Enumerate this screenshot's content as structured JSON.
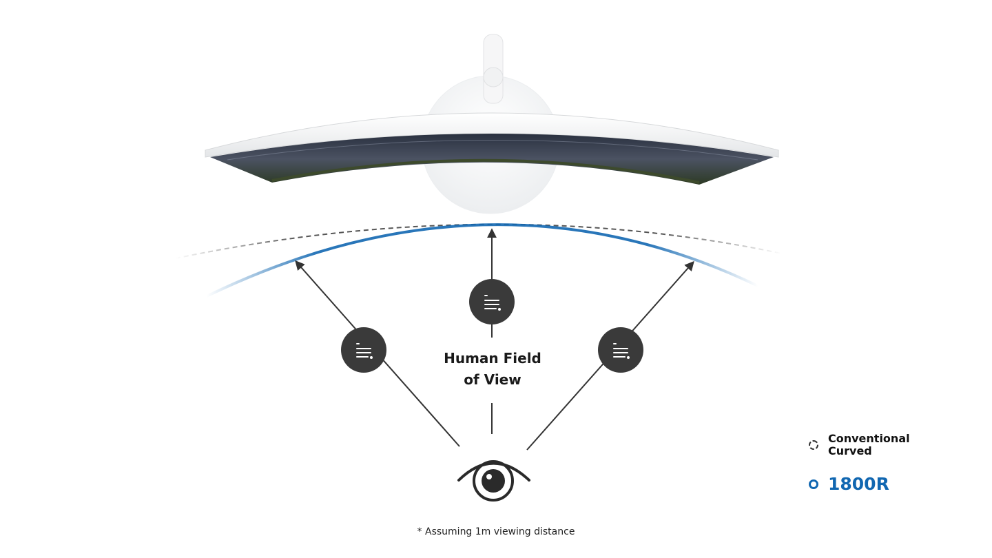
{
  "diagram": {
    "fov_label_line1": "Human Field",
    "fov_label_line2": "of View",
    "footnote": "* Assuming 1m viewing distance",
    "legend": {
      "conventional_line1": "Conventional",
      "conventional_line2": "Curved",
      "curved_1800r": "1800R"
    },
    "icons": {
      "eye": "eye-icon",
      "focus": "focus-lines-icon"
    },
    "colors": {
      "accent_blue": "#1167b1",
      "dark_circle": "#3a3a3a",
      "arrow": "#333333"
    }
  }
}
